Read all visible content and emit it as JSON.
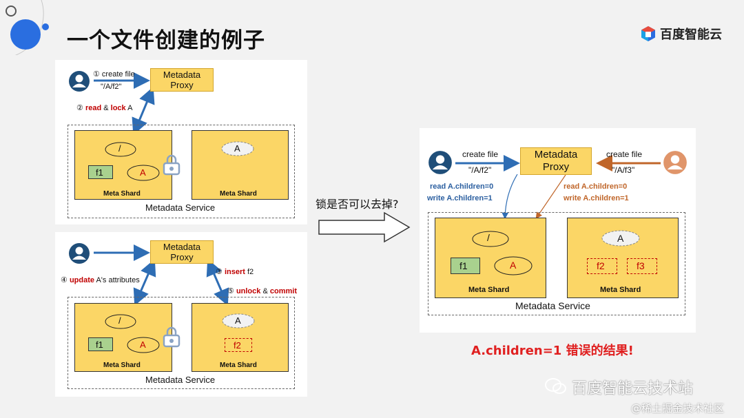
{
  "slide": {
    "title": "一个文件创建的例子",
    "logo_text": "百度智能云"
  },
  "panel1": {
    "step1": "① create file",
    "path": "\"/A/f2\"",
    "proxy_line1": "Metadata",
    "proxy_line2": "Proxy",
    "step2_num": "②",
    "step2_read": "read",
    "step2_and": "&",
    "step2_lock": "lock",
    "step2_target": "A",
    "root": "/",
    "f1": "f1",
    "nodeA": "A",
    "shard_label": "Meta Shard",
    "service_label": "Metadata Service"
  },
  "panel2": {
    "proxy_line1": "Metadata",
    "proxy_line2": "Proxy",
    "step3_num": "③",
    "step3_insert": "insert",
    "step3_target": "f2",
    "step4_num": "④",
    "step4_update": "update",
    "step4_rest": "A's attributes",
    "step5_num": "⑤",
    "step5_unlock": "unlock",
    "step5_and": "&",
    "step5_commit": "commit",
    "root": "/",
    "f1": "f1",
    "nodeA": "A",
    "f2": "f2",
    "shard_label": "Meta Shard",
    "service_label": "Metadata Service"
  },
  "middle": {
    "question": "锁是否可以去掉?"
  },
  "panel3": {
    "left_action": "create file",
    "left_path": "\"/A/f2\"",
    "right_action": "create file",
    "right_path": "\"/A/f3\"",
    "proxy_line1": "Metadata",
    "proxy_line2": "Proxy",
    "left_read": "read A.children=0",
    "left_write": "write A.children=1",
    "right_read": "read A.children=0",
    "right_write": "write A.children=1",
    "root": "/",
    "f1": "f1",
    "nodeA": "A",
    "f2": "f2",
    "f3": "f3",
    "shard_label": "Meta Shard",
    "service_label": "Metadata Service"
  },
  "conclusion": "A.children=1 错误的结果!",
  "watermark": {
    "line1": "百度智能云技术站",
    "line2": "@稀土掘金技术社区"
  },
  "colors": {
    "proxy_fill": "#fbd666",
    "arrow_blue": "#2e6db4",
    "arrow_orange": "#c0662a",
    "f1_fill": "#a9d18e",
    "error_red": "#e02020"
  }
}
